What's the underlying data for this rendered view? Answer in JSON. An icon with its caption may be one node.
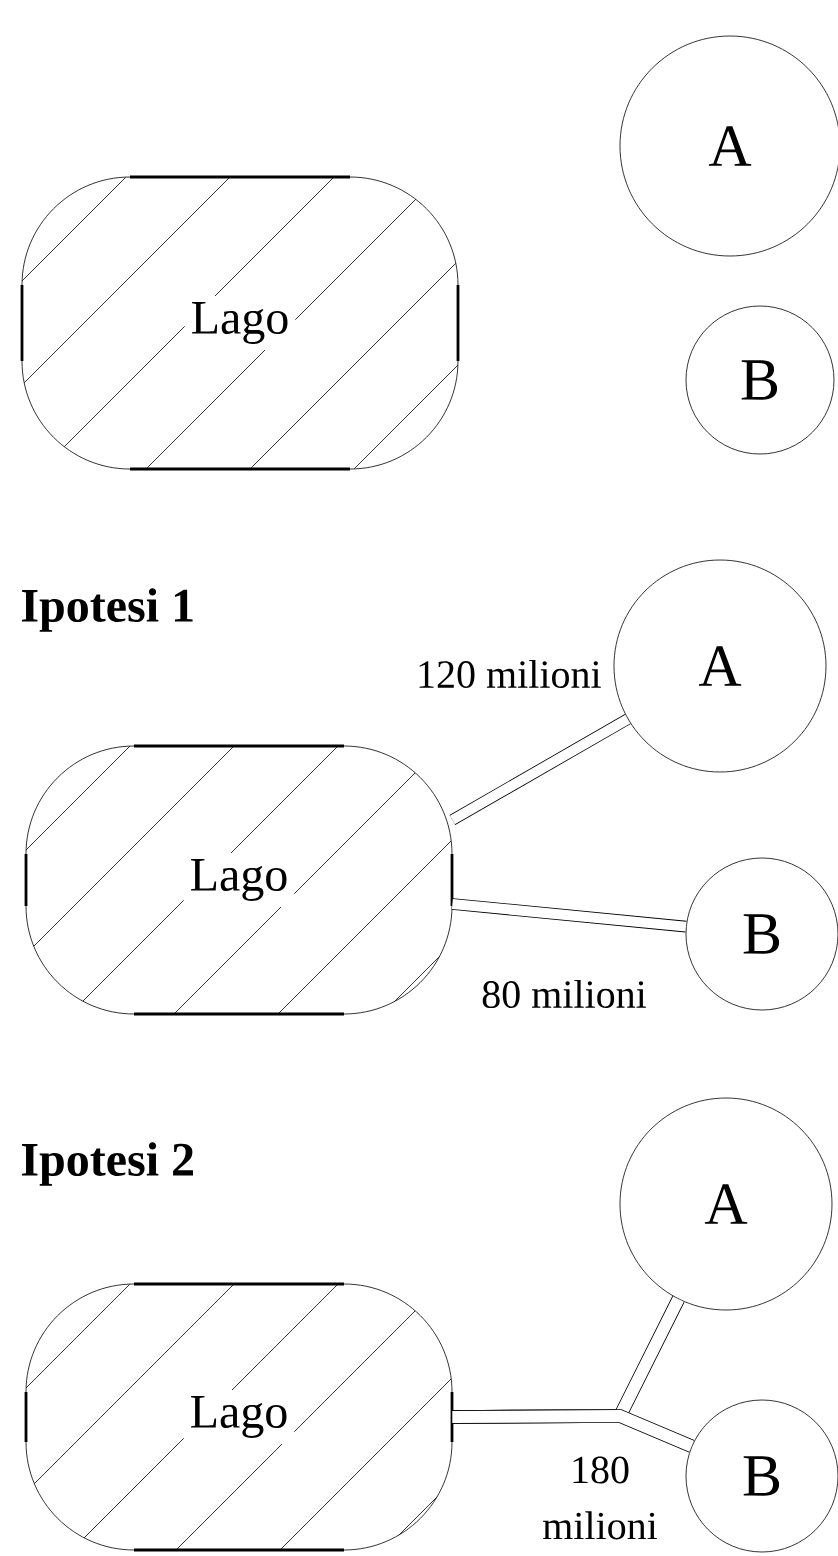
{
  "diagram": {
    "nodes": [
      {
        "text": [
          "Lago"
        ]
      },
      {
        "text": [
          "A"
        ]
      },
      {
        "text": [
          "B"
        ]
      },
      {
        "text": [
          "Lago"
        ]
      },
      {
        "text": [
          "A"
        ]
      },
      {
        "text": [
          "B"
        ]
      },
      {
        "text": [
          "Lago"
        ]
      },
      {
        "text": [
          "A"
        ]
      },
      {
        "text": [
          "B"
        ]
      }
    ],
    "edges": [
      {
        "from": 3,
        "to": 4,
        "arrow": "none",
        "label": "120 milioni"
      },
      {
        "from": 3,
        "to": 5,
        "arrow": "none",
        "label": "80 milioni"
      },
      {
        "from": 6,
        "to": 7,
        "arrow": "none"
      },
      {
        "from": 6,
        "to": 8,
        "arrow": "none",
        "label": "180 milioni"
      }
    ],
    "labels": [
      "Ipotesi 1",
      "Ipotesi 2"
    ]
  }
}
